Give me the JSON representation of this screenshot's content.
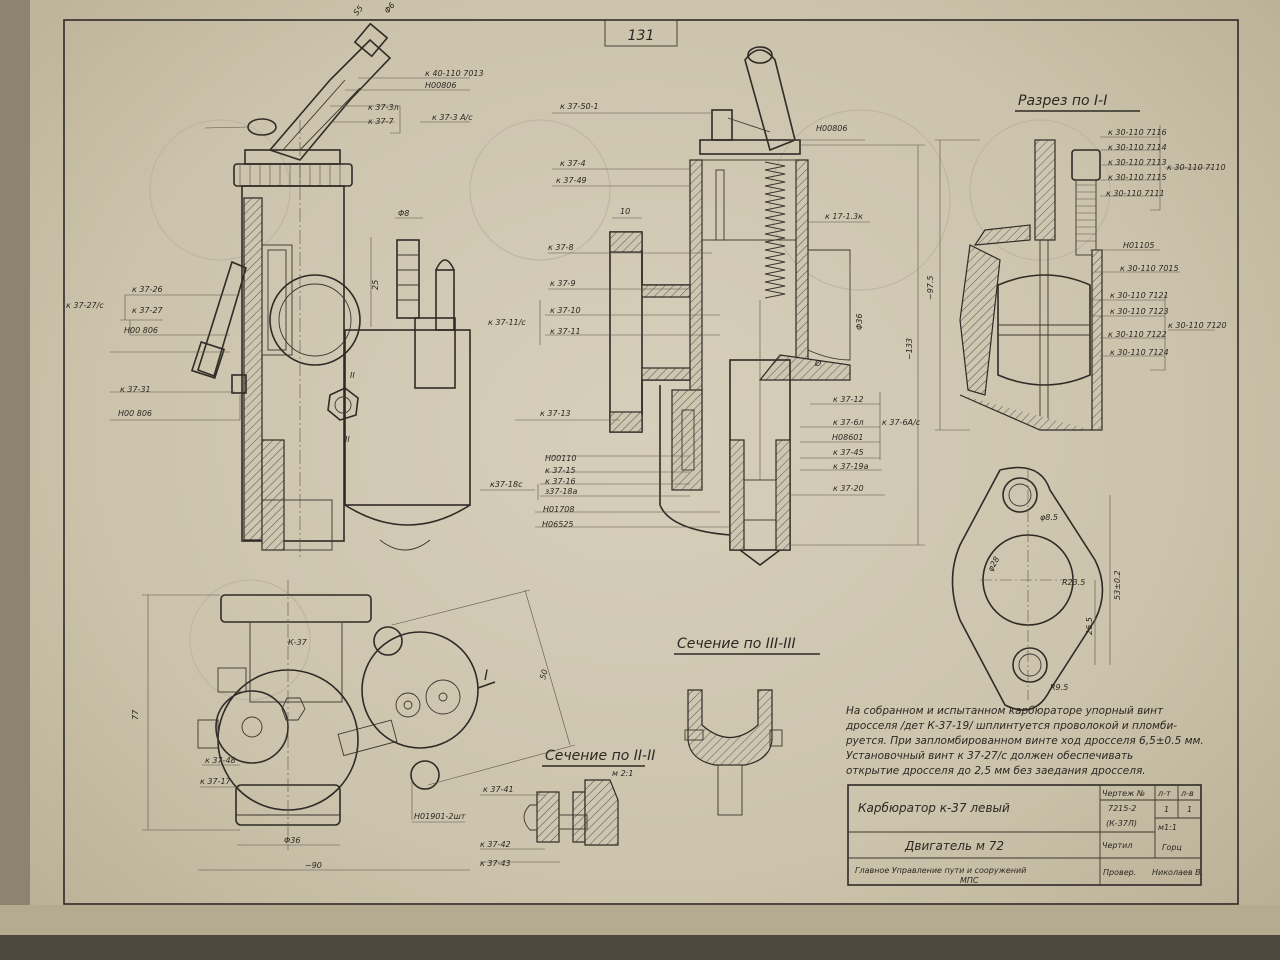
{
  "sheet_number": "131",
  "front_view": {
    "dims": {
      "s5": "S5",
      "d6": "Φ6",
      "d8": "Φ8",
      "h25": "25",
      "sec2a": "II",
      "sec2b": "II"
    },
    "labels": [
      "к 40-110 7013",
      "Н00806",
      "к 37-3л",
      "к 37-7",
      "к 37-3 А/с",
      "к 37-26",
      "к 37-27",
      "к 37-27/с",
      "Н00 806",
      "к 37-31",
      "Н00 806"
    ]
  },
  "center_section": {
    "dims": {
      "w10": "10",
      "d36": "Φ36",
      "h133": "∽133",
      "phi": "Ø"
    },
    "labels_left": [
      "к 37-50-1",
      "к 37-4",
      "к 37-49",
      "к 37-8",
      "к 37-9",
      "к 37-10",
      "к 37-11",
      "к 37-11/с",
      "к 37-13",
      "Н00110",
      "к 37-15",
      "к 37-16",
      "з37-18а",
      "к37-18с",
      "Н01708",
      "Н06525"
    ],
    "labels_right": [
      "Н00806",
      "к 17-1.3к",
      "к 37-12",
      "к 37-6л",
      "к 37-6А/с",
      "Н08601",
      "к 37-45",
      "к 37-19а",
      "к 37-20"
    ]
  },
  "section_1": {
    "title": "Разрез по I-I",
    "dim": "∽97.5",
    "labels": [
      "к 30-110 7116",
      "к 30-110 7114",
      "к 30-110 7113",
      "к 30-110 7115",
      "к 30-110 7111",
      "к 30-110 7110",
      "Н01105",
      "к 30-110 7015",
      "к 30-110 7121",
      "к 30-110 7123",
      "к 30-110 7122",
      "к 30-110 7124",
      "к 30-110 7120"
    ]
  },
  "flange": {
    "dims": [
      "φ8.5",
      "φ28",
      "R23.5",
      "53±0.2",
      "26.5",
      "R9.5"
    ]
  },
  "bottom_view": {
    "body_label": "К-37",
    "dims": {
      "h77": "77",
      "h50": "50",
      "d36": "Φ36",
      "w90": "∽90"
    },
    "section_mark": "I",
    "labels": [
      "к 37-48",
      "к 37-17",
      "Н01901-2шт"
    ]
  },
  "section_2": {
    "title": "Сечение по II-II",
    "scale": "м 2:1",
    "labels": [
      "к 37-41",
      "к 37-42",
      "к 37-43"
    ]
  },
  "section_3": {
    "title": "Сечение по III-III"
  },
  "note": [
    "На собранном и испытанном карбюраторе упорный винт",
    "дросселя /дет К-37-19/ шплинтуется проволокой и пломби-",
    "руется. При запломбированном винте ход дросселя 6,5±0.5 мм.",
    "Установочный винт к 37-27/с должен обеспечивать",
    "открытие дросселя до 2,5 мм без заедания дросселя."
  ],
  "title_block": {
    "name": "Карбюратор к-37 левый",
    "drawing_no_label": "Чертеж №",
    "drawing_no": "7215-2",
    "drawing_alt": "(К-37Л)",
    "sheet_label": "л-т",
    "sheets_label": "л-в",
    "sheet": "1",
    "sheets": "1",
    "scale": "м1:1",
    "engine": "Двигатель м 72",
    "drawn_label": "Чертил",
    "drawn_by": "Горц",
    "org": "Главное Управление пути и сооружений",
    "org2": "МПС",
    "checked_label": "Провер.",
    "checked_by": "Николаев В."
  }
}
